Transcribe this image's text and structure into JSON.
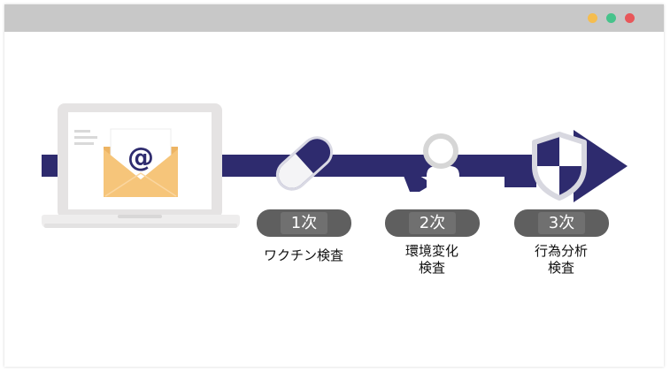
{
  "window": {
    "titlebar_color": "#C8C8C8",
    "dots": [
      {
        "color": "#F5BD4F"
      },
      {
        "color": "#46C38B"
      },
      {
        "color": "#E8575A"
      }
    ]
  },
  "colors": {
    "flow_band": "#2E2B6E",
    "step_label_bg": "#5F5F5F",
    "step_label_inner": "#707070",
    "envelope": "#F6C57A",
    "laptop": "#E5E3E3"
  },
  "mail": {
    "device_icon": "laptop-icon",
    "envelope_icon": "envelope-icon",
    "symbol": "@"
  },
  "flow": {
    "arrow_icon": "arrow-right-icon"
  },
  "steps": [
    {
      "label": "1次",
      "caption": [
        "ワクチン検査"
      ],
      "icon": "capsule-icon"
    },
    {
      "label": "2次",
      "caption": [
        "環境変化",
        "検査"
      ],
      "icon": "person-icon"
    },
    {
      "label": "3次",
      "caption": [
        "行為分析",
        "検査"
      ],
      "icon": "shield-icon"
    }
  ]
}
